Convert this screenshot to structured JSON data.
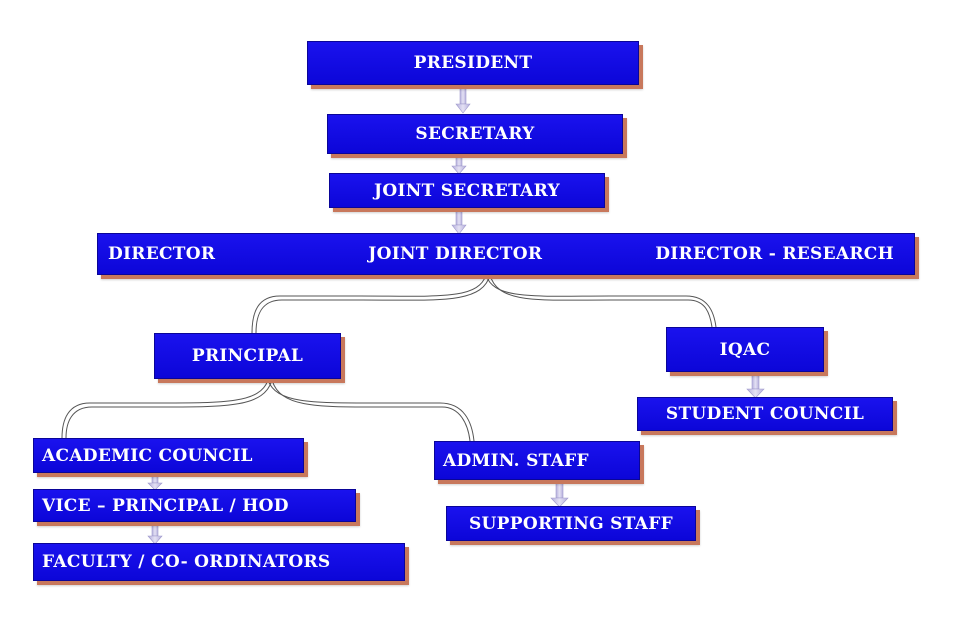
{
  "org_chart": {
    "president": "PRESIDENT",
    "secretary": "SECRETARY",
    "joint_secretary": "JOINT SECRETARY",
    "director": "DIRECTOR",
    "joint_director": "JOINT DIRECTOR",
    "director_research": "DIRECTOR - RESEARCH",
    "principal": "PRINCIPAL",
    "iqac": "IQAC",
    "student_council": "STUDENT COUNCIL",
    "academic_council": "ACADEMIC COUNCIL",
    "vice_principal_hod": "VICE – PRINCIPAL / HOD",
    "faculty_coordinators": "FACULTY / CO- ORDINATORS",
    "admin_staff": "ADMIN. STAFF",
    "supporting_staff": "SUPPORTING STAFF"
  },
  "colors": {
    "box_fill": "#1a12ee",
    "box_shadow": "#c8785c",
    "arrow_fill": "#c9c4e6",
    "connector_line": "#555555"
  }
}
